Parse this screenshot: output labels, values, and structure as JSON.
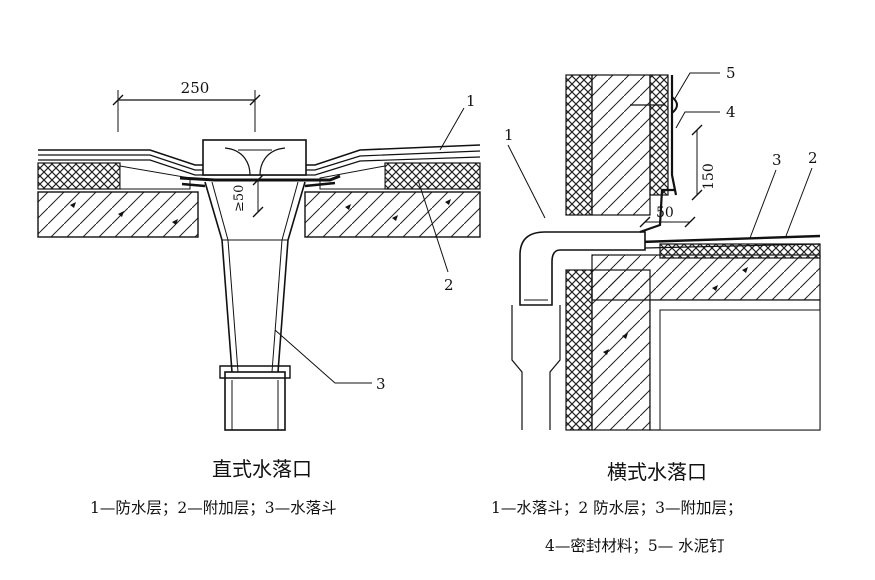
{
  "left_figure": {
    "dimension_width": "250",
    "dimension_depth": "≥50",
    "callouts": [
      "1",
      "2",
      "3"
    ],
    "title": "直式水落口",
    "legend": "1—防水层；2—附加层；3—水落斗"
  },
  "right_figure": {
    "dimension_height": "150",
    "dimension_width": "50",
    "callouts": [
      "1",
      "2",
      "3",
      "4",
      "5"
    ],
    "title": "横式水落口",
    "legend_line1": "1—水落斗；2 防水层；3—附加层；",
    "legend_line2": "4—密封材料；5— 水泥钉"
  }
}
